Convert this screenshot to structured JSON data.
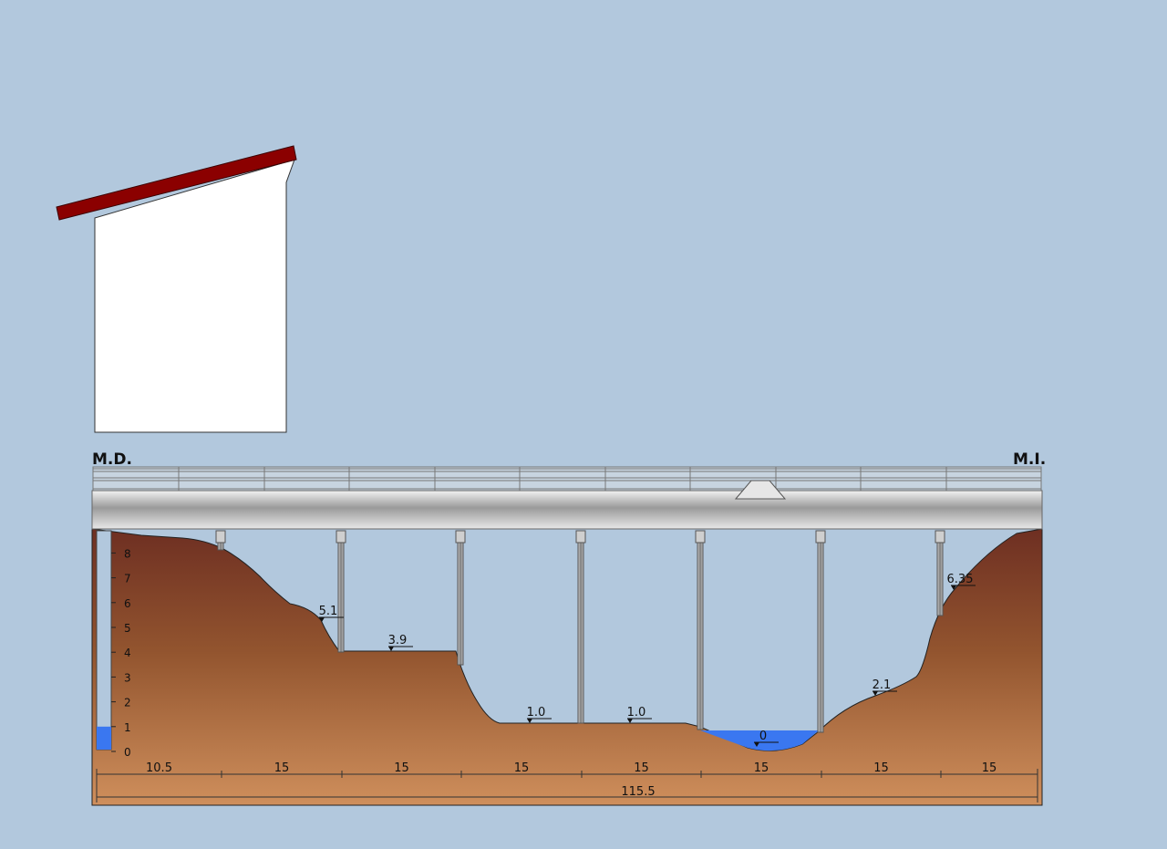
{
  "banks": {
    "left": "M.D.",
    "right": "M.I."
  },
  "colors": {
    "background": "#b2c8dd",
    "sign_board": "#ffffff",
    "sign_roof": "#8b0000",
    "water": "#3a77f0",
    "soil_top": "#6e2f22",
    "soil_bottom": "#cc8c5a"
  },
  "scale": {
    "unit": "m",
    "ticks": [
      "0",
      "1",
      "2",
      "3",
      "4",
      "5",
      "6",
      "7",
      "8"
    ],
    "water_level": 1.0
  },
  "elevations": [
    {
      "label": "5.1"
    },
    {
      "label": "3.9"
    },
    {
      "label": "1.0"
    },
    {
      "label": "1.0"
    },
    {
      "label": "0"
    },
    {
      "label": "2.1"
    },
    {
      "label": "6.35"
    }
  ],
  "spans": [
    "10.5",
    "15",
    "15",
    "15",
    "15",
    "15",
    "15",
    "15"
  ],
  "total_length": "115.5"
}
